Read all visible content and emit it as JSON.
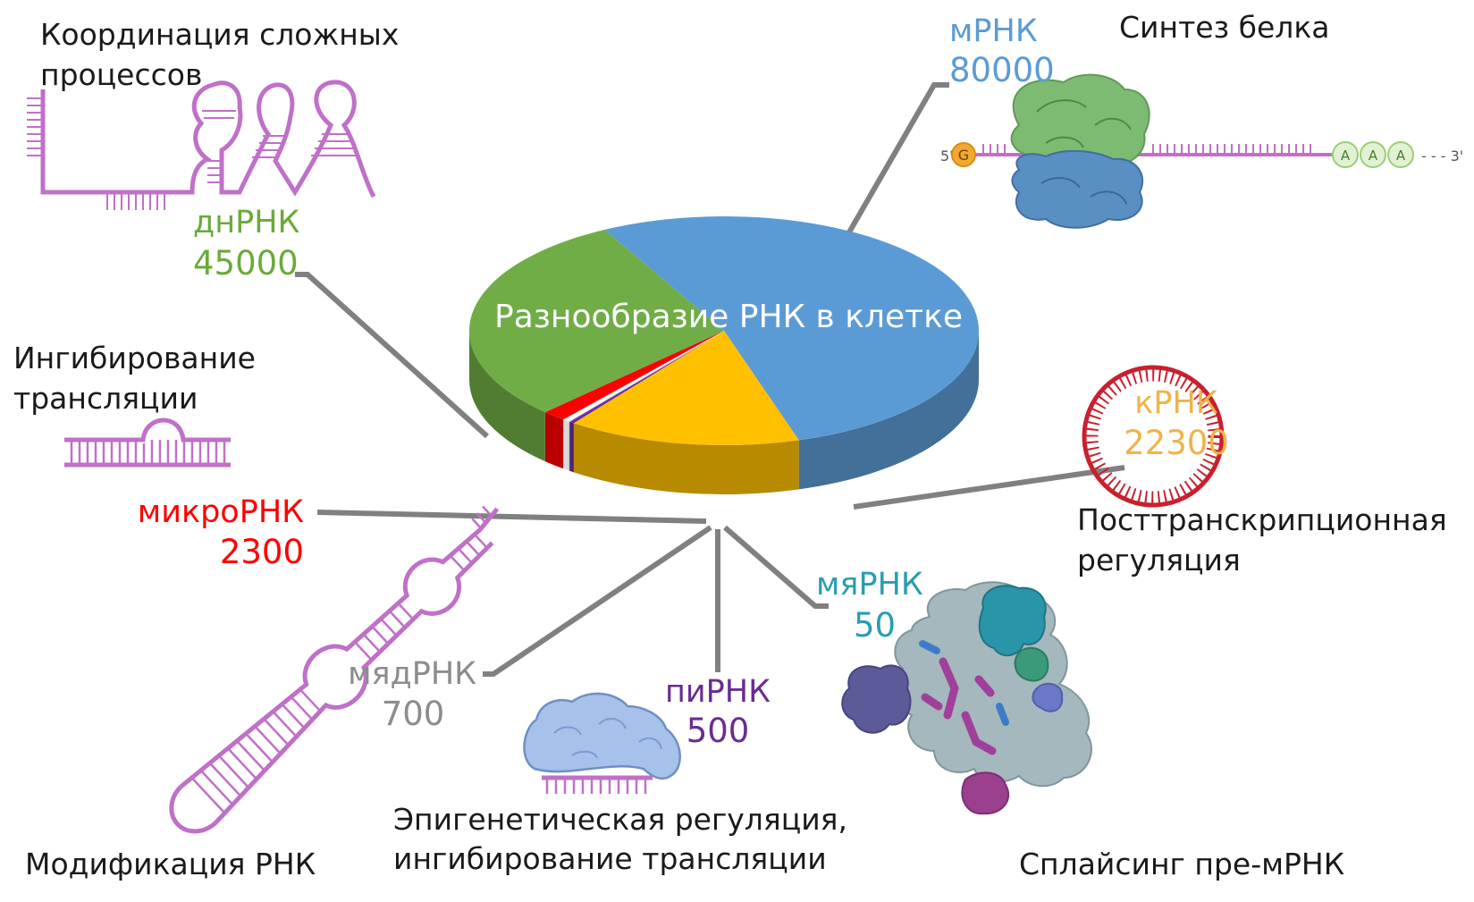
{
  "chart_data": {
    "type": "pie",
    "title": "Разнообразие РНК в клетке",
    "categories": [
      "мРНК",
      "кРНК",
      "пиРНК",
      "мяРНК",
      "мядРНК",
      "микроРНК",
      "днРНК"
    ],
    "values": [
      80000,
      22300,
      500,
      50,
      700,
      2300,
      45000
    ],
    "colors": [
      "#5b9bd5",
      "#ffc000",
      "#7030a0",
      "#31a0b5",
      "#ffffff",
      "#ff0000",
      "#70ad47"
    ],
    "slices": [
      {
        "name": "мРНК",
        "value": "80000",
        "name_color": "#5b9bd5",
        "function": [
          "Синтез белка"
        ]
      },
      {
        "name": "кРНК",
        "value": "22300",
        "name_color": "#f0b34a",
        "function": [
          "Посттранскрипционная",
          "регуляция"
        ]
      },
      {
        "name": "мяРНК",
        "value": "50",
        "name_color": "#2a9db0",
        "function": [
          "Сплайсинг пре-мРНК"
        ]
      },
      {
        "name": "пиРНК",
        "value": "500",
        "name_color": "#6a2c91",
        "function": [
          "Эпигенетическая регуляция,",
          "ингибирование трансляции"
        ]
      },
      {
        "name": "мядРНК",
        "value": "700",
        "name_color": "#8c8c8c",
        "function": [
          "Модификация РНК"
        ]
      },
      {
        "name": "микроРНК",
        "value": "2300",
        "name_color": "#ff0000",
        "function": [
          "Ингибирование",
          "трансляции"
        ]
      },
      {
        "name": "днРНК",
        "value": "45000",
        "name_color": "#6aaa3a",
        "function": [
          "Координация сложных",
          "процессов"
        ]
      }
    ]
  },
  "mrna_strand": {
    "five_prime": "5'",
    "cap": "G",
    "tail": [
      "A",
      "A",
      "A"
    ],
    "three_prime": "- - - 3'"
  }
}
